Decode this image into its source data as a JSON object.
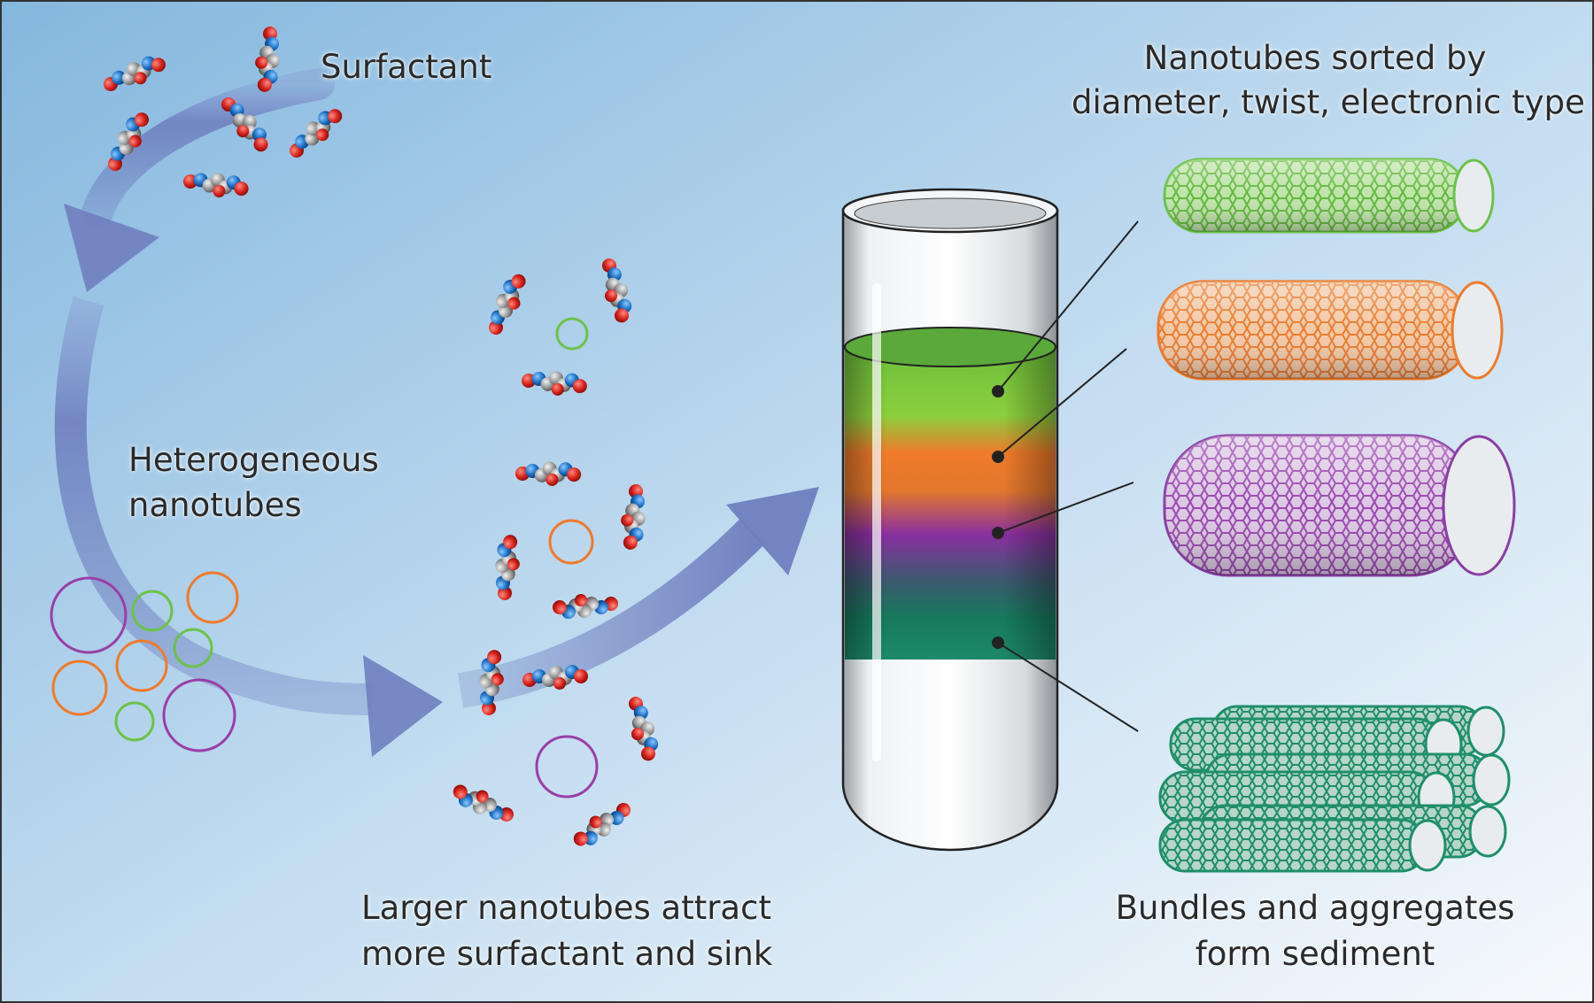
{
  "labels": {
    "surfactant": "Surfactant",
    "heterogeneous_line1": "Heterogeneous",
    "heterogeneous_line2": "nanotubes",
    "sorted_line1": "Nanotubes sorted by",
    "sorted_line2": "diameter, twist, electronic type",
    "larger_line1": "Larger nanotubes attract",
    "larger_line2": "more surfactant and sink",
    "bundles_line1": "Bundles and aggregates",
    "bundles_line2": "form sediment"
  },
  "colors": {
    "background_top": "#8fbfe2",
    "background_bottom": "#f4f8fc",
    "arrow": "#6f7fbf",
    "green": "#6cc24a",
    "orange": "#f07a2a",
    "purple": "#8a3fa3",
    "teal": "#1f8f6a",
    "atom_red": "#d8231c",
    "atom_blue": "#1a6fc4",
    "atom_gray": "#9a9a9a"
  },
  "icons": {
    "cycle_arrow": "curved-arrow-icon",
    "test_tube": "test-tube-icon",
    "molecule": "surfactant-molecule-icon",
    "nanotube": "nanotube-icon"
  }
}
